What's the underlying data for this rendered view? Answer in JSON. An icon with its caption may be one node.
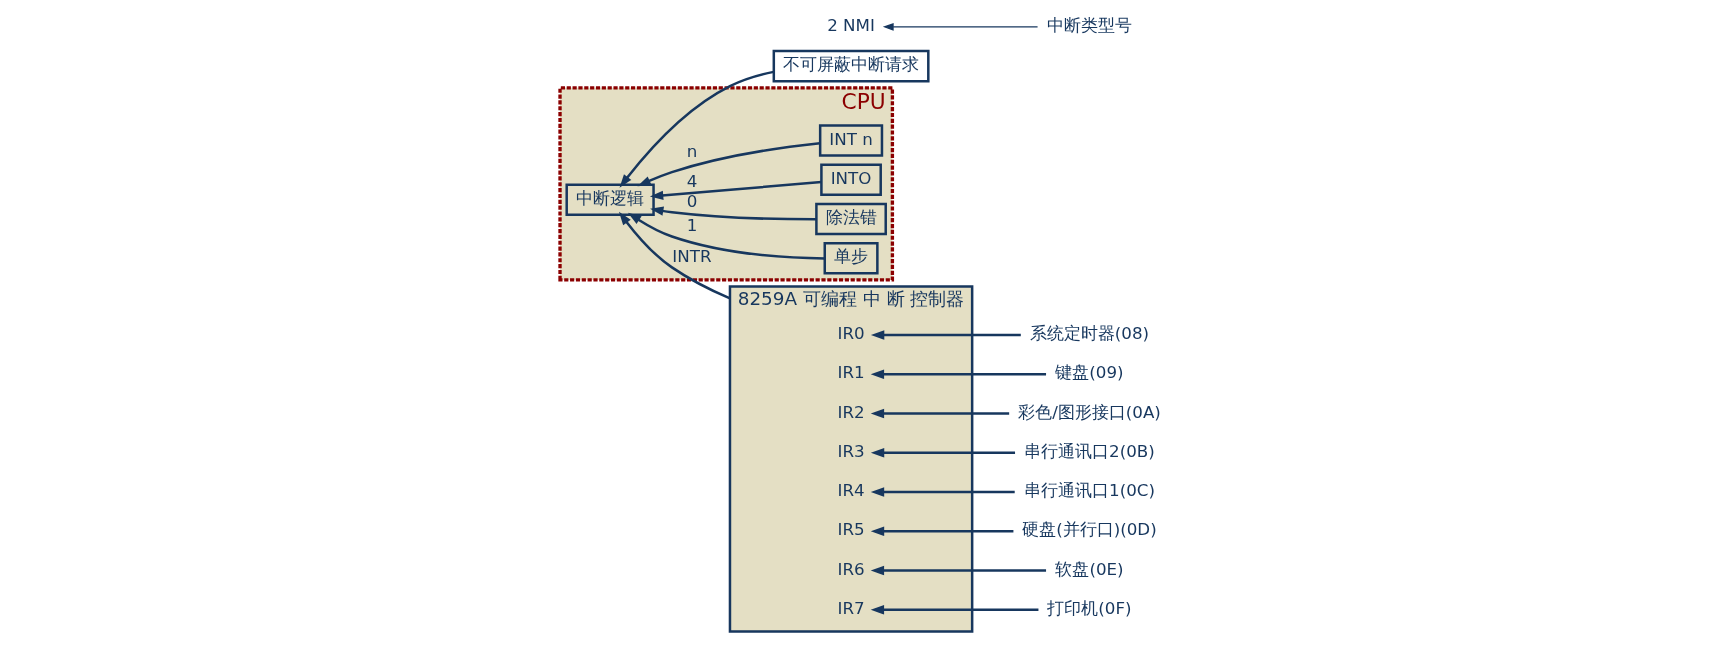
{
  "diagram": {
    "nodes": [
      {
        "text": [
          "不可屏蔽中断请求"
        ]
      },
      {
        "text": [
          "中断类型号"
        ]
      },
      {
        "text": [
          "CPU"
        ]
      },
      {
        "text": [
          "中断逻辑"
        ],
        "in": 2
      },
      {
        "text": [
          "INT n"
        ],
        "in": 2
      },
      {
        "text": [
          "INTO"
        ],
        "in": 2
      },
      {
        "text": [
          "除法错"
        ],
        "in": 2
      },
      {
        "text": [
          "单步"
        ],
        "in": 2
      },
      {
        "text": [
          "8259A 可编程 中 断 控制器"
        ]
      },
      {
        "text": [
          "2 NMI"
        ]
      },
      {
        "text": [
          "IR0"
        ],
        "in": 8
      },
      {
        "text": [
          "IR1"
        ],
        "in": 8
      },
      {
        "text": [
          "IR2"
        ],
        "in": 8
      },
      {
        "text": [
          "IR3"
        ],
        "in": 8
      },
      {
        "text": [
          "IR4"
        ],
        "in": 8
      },
      {
        "text": [
          "IR5"
        ],
        "in": 8
      },
      {
        "text": [
          "IR6"
        ],
        "in": 8
      },
      {
        "text": [
          "IR7"
        ],
        "in": 8
      },
      {
        "text": [
          "系统定时器(08)"
        ]
      },
      {
        "text": [
          "键盘(09)"
        ]
      },
      {
        "text": [
          "彩色/图形接口(0A)"
        ]
      },
      {
        "text": [
          "串行通讯口2(0B)"
        ]
      },
      {
        "text": [
          "串行通讯口1(0C)"
        ]
      },
      {
        "text": [
          "硬盘(并行口)(0D)"
        ]
      },
      {
        "text": [
          "软盘(0E)"
        ]
      },
      {
        "text": [
          "打印机(0F)"
        ]
      }
    ],
    "edges": [
      {
        "from": 0,
        "to": 3,
        "arrow": "to"
      },
      {
        "from": 1,
        "to": 9,
        "arrow": "to"
      },
      {
        "from": 4,
        "to": 3,
        "arrow": "to",
        "label": "n"
      },
      {
        "from": 5,
        "to": 3,
        "arrow": "to",
        "label": "4"
      },
      {
        "from": 6,
        "to": 3,
        "arrow": "to",
        "label": "0"
      },
      {
        "from": 7,
        "to": 3,
        "arrow": "to",
        "label": "1"
      },
      {
        "from": 8,
        "to": 3,
        "arrow": "to",
        "label": "INTR"
      },
      {
        "from": 18,
        "to": 10,
        "arrow": "to"
      },
      {
        "from": 19,
        "to": 11,
        "arrow": "to"
      },
      {
        "from": 20,
        "to": 12,
        "arrow": "to"
      },
      {
        "from": 21,
        "to": 13,
        "arrow": "to"
      },
      {
        "from": 22,
        "to": 14,
        "arrow": "to"
      },
      {
        "from": 23,
        "to": 15,
        "arrow": "to"
      },
      {
        "from": 24,
        "to": 16,
        "arrow": "to"
      },
      {
        "from": 25,
        "to": 17,
        "arrow": "to"
      }
    ]
  }
}
